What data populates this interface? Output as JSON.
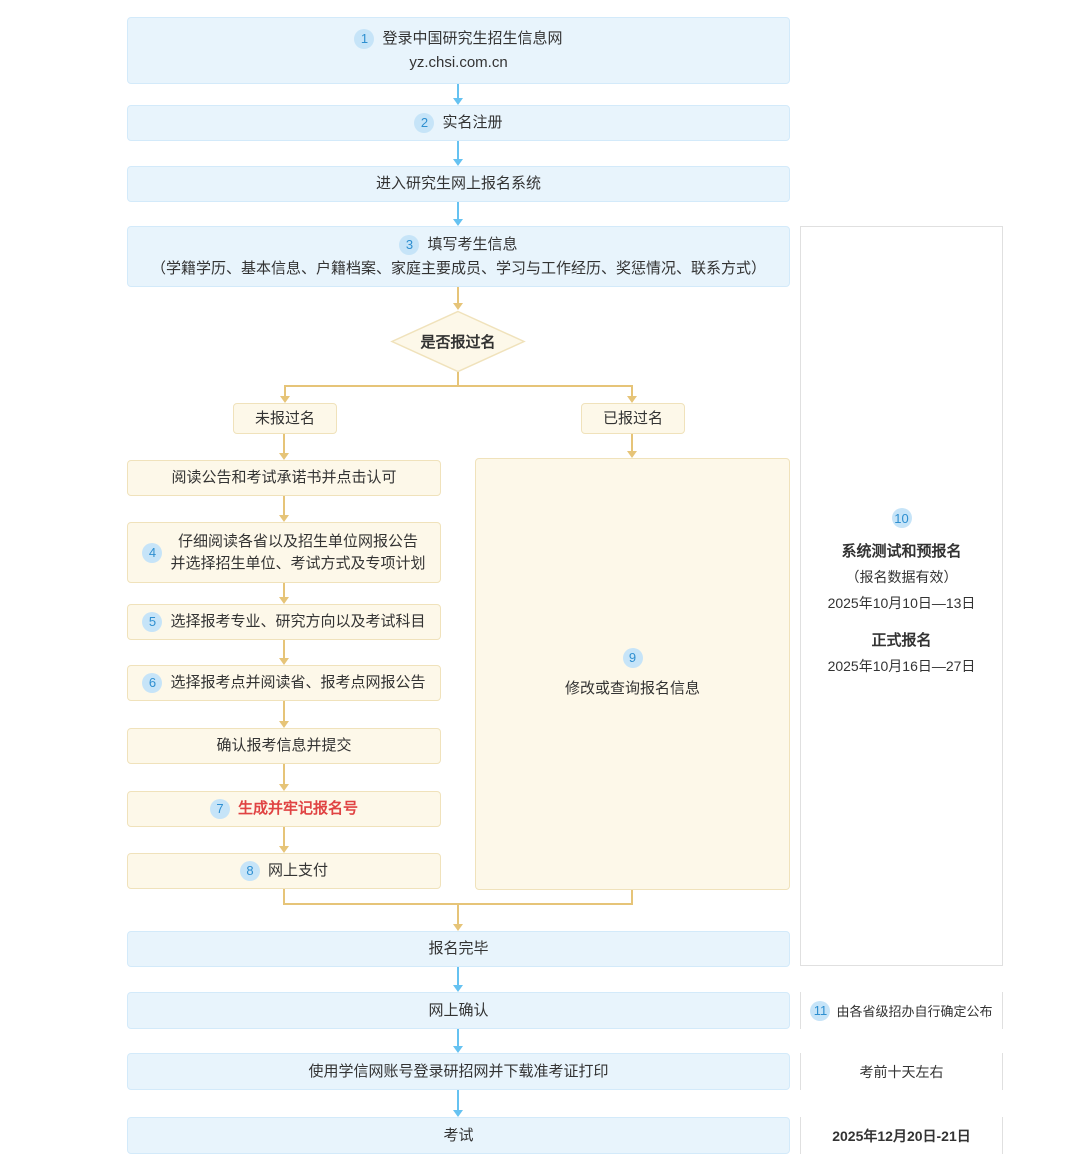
{
  "colors": {
    "box_blue_bg": "#e8f4fc",
    "box_blue_border": "#d3eafa",
    "box_cream_bg": "#fdf8e9",
    "box_cream_border": "#f0e2bb",
    "arrow_blue": "#66c2f1",
    "arrow_orange": "#e6c478",
    "num_bg": "#c6e4f8",
    "num_fg": "#2e8fd0",
    "text": "#333333",
    "red": "#e04343",
    "bracket": "#e0e0e0"
  },
  "flow": {
    "login": {
      "num": "1",
      "title": "登录中国研究生招生信息网",
      "url": "yz.chsi.com.cn"
    },
    "register": {
      "num": "2",
      "label": "实名注册"
    },
    "enter_system": {
      "label": "进入研究生网上报名系统"
    },
    "fill_info": {
      "num": "3",
      "title": "填写考生信息",
      "detail": "（学籍学历、基本信息、户籍档案、家庭主要成员、学习与工作经历、奖惩情况、联系方式）"
    },
    "decision": {
      "label": "是否报过名"
    },
    "not_registered": {
      "label": "未报过名"
    },
    "registered": {
      "label": "已报过名"
    },
    "read_notice": {
      "label": "阅读公告和考试承诺书并点击认可"
    },
    "read_bulletins": {
      "num": "4",
      "line1": "仔细阅读各省以及招生单位网报公告",
      "line2": "并选择招生单位、考试方式及专项计划"
    },
    "choose_major": {
      "num": "5",
      "label": "选择报考专业、研究方向以及考试科目"
    },
    "choose_site": {
      "num": "6",
      "label": "选择报考点并阅读省、报考点网报公告"
    },
    "confirm_submit": {
      "label": "确认报考信息并提交"
    },
    "gen_number": {
      "num": "7",
      "label": "生成并牢记报名号"
    },
    "pay_online": {
      "num": "8",
      "label": "网上支付"
    },
    "modify_query": {
      "num": "9",
      "label": "修改或查询报名信息"
    },
    "done": {
      "label": "报名完毕"
    },
    "confirm_online": {
      "label": "网上确认"
    },
    "download_ticket": {
      "label": "使用学信网账号登录研招网并下载准考证打印"
    },
    "exam": {
      "label": "考试"
    }
  },
  "annotations": {
    "period": {
      "num": "10",
      "pre_title": "系统测试和预报名",
      "pre_note": "（报名数据有效）",
      "pre_date": "2025年10月10日—13日",
      "official_title": "正式报名",
      "official_date": "2025年10月16日—27日"
    },
    "confirm": {
      "num": "11",
      "label": "由各省级招办自行确定公布"
    },
    "ticket": {
      "label": "考前十天左右"
    },
    "exam_date": {
      "label": "2025年12月20日-21日"
    }
  }
}
